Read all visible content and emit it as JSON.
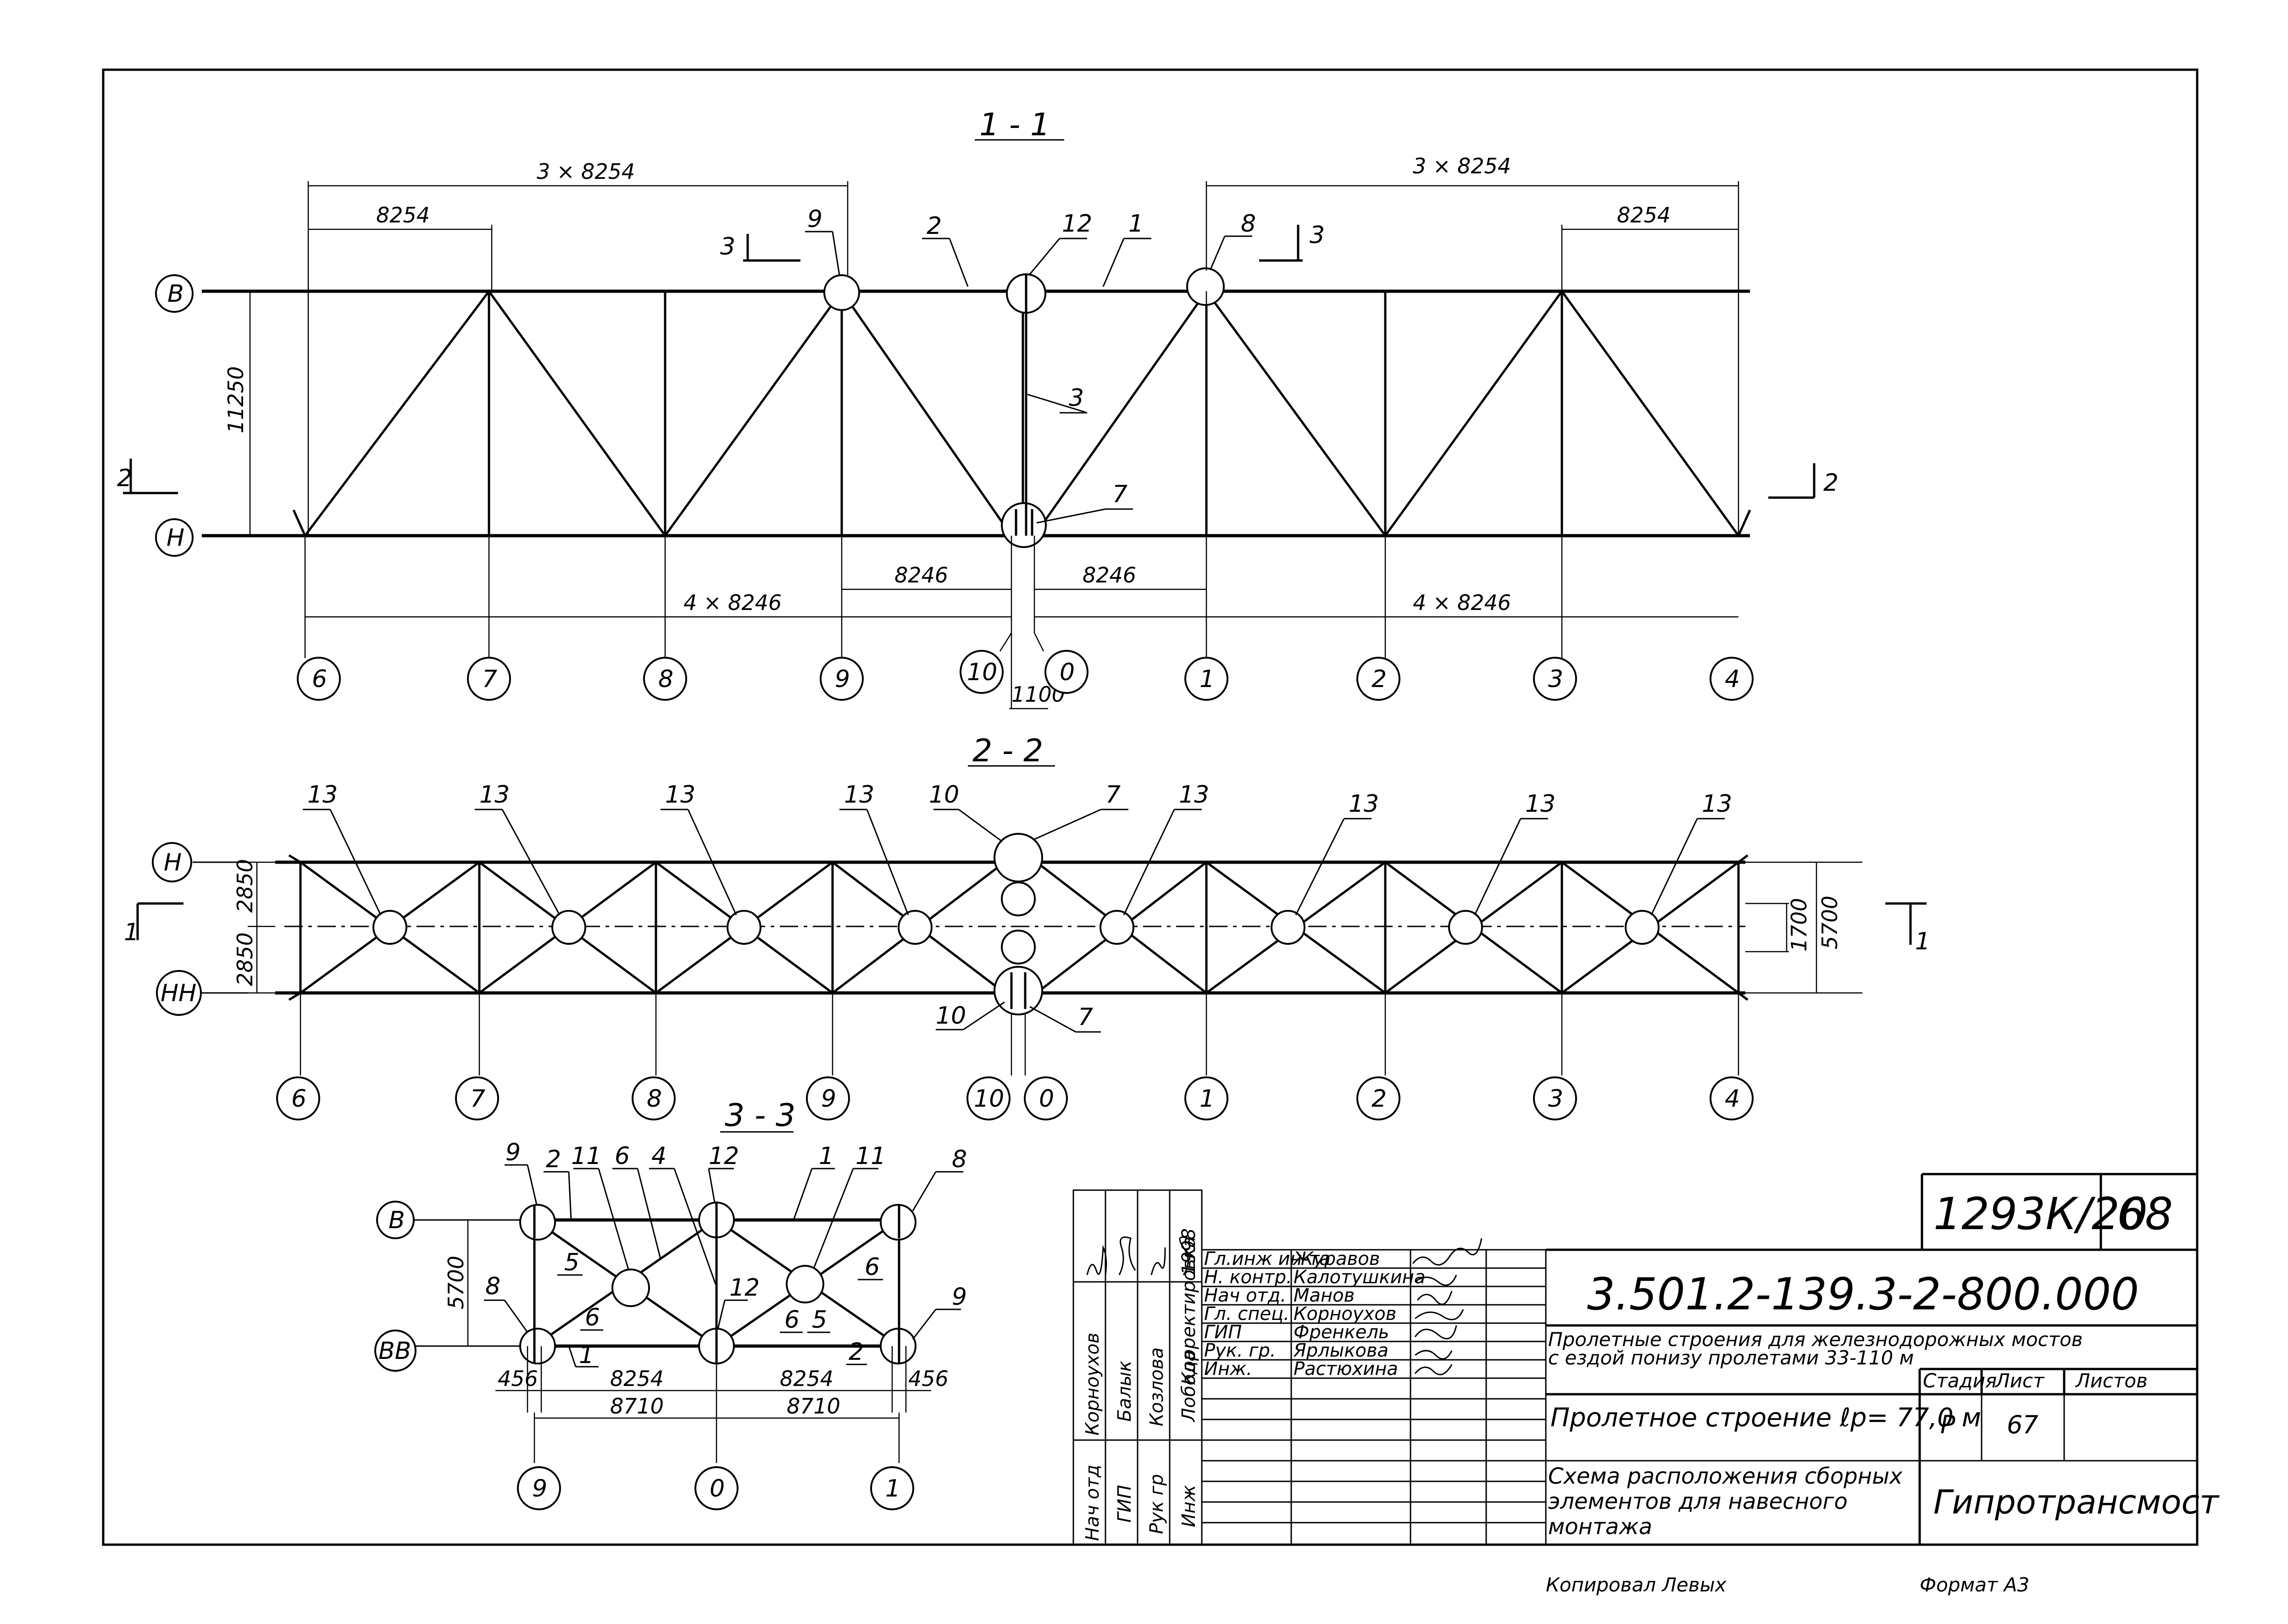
{
  "sections": {
    "s11": "1 - 1",
    "s22": "2 - 2",
    "s33": "3 - 3",
    "mark3": "3",
    "mark2": "2",
    "mark1": "1"
  },
  "elevation": {
    "chord_top": "В",
    "chord_bottom": "Н",
    "height": "11250",
    "dim_left_span": "3 × 8254",
    "dim_left_panel": "8254",
    "dim_right_span": "3 × 8254",
    "dim_right_panel": "8254",
    "dim_mid_left": "8246",
    "dim_mid_right": "8246",
    "dim_bottom_left": "4 × 8246",
    "dim_bottom_right": "4 × 8246",
    "gap": "1100",
    "callouts": [
      "9",
      "2",
      "12",
      "1",
      "8",
      "3",
      "7"
    ]
  },
  "plan": {
    "axis_top": "Н",
    "axis_bottom": "НН",
    "dim_upper": "2850",
    "dim_lower": "2850",
    "width": "5700",
    "offset": "1700",
    "node_label": "13",
    "callouts": [
      "10",
      "7",
      "10",
      "7"
    ]
  },
  "axes": [
    "6",
    "7",
    "8",
    "9",
    "10",
    "0",
    "1",
    "2",
    "3",
    "4"
  ],
  "cross": {
    "axis_top": "В",
    "axis_bottom": "ВВ",
    "height": "5700",
    "dims": [
      "456",
      "8254",
      "8254",
      "456"
    ],
    "dims_axis": [
      "8710",
      "8710"
    ],
    "axes": [
      "9",
      "0",
      "1"
    ],
    "callouts": [
      "9",
      "2",
      "11",
      "6",
      "4",
      "12",
      "1",
      "11",
      "8",
      "5",
      "8",
      "6",
      "1",
      "12",
      "6",
      "5",
      "2",
      "6",
      "9"
    ]
  },
  "stamp": {
    "doc_number": "1293К/20",
    "sheet_no": "68",
    "code": "3.501.2-139.3-2-800.000",
    "project_title_1": "Пролетные строения для железнодорожных мостов",
    "project_title_2": "с ездой понизу пролетами 33-110 м",
    "sheet_title": "Пролетное строение ℓр= 77,0 м",
    "stage_label": "Стадия",
    "sheet_label": "Лист",
    "sheets_label": "Листов",
    "stage": "Р",
    "sheet": "67",
    "drawing_name_1": "Схема расположения сборных",
    "drawing_name_2": "элементов для навесного",
    "drawing_name_3": "монтажа",
    "organization": "Гипротрансмост",
    "roles": [
      "Гл.инж ин-та",
      "Н. контр.",
      "Нач отд.",
      "Гл. спец.",
      "ГИП",
      "Рук. гр.",
      "Инж."
    ],
    "names": [
      "Журавов",
      "Калотушкина",
      "Манов",
      "Корноухов",
      "Френкель",
      "Ярлыкова",
      "Растюхина"
    ],
    "signatures": [
      "Журавов",
      "Калотушкина",
      "Манов",
      "Корноухов",
      "Френкель",
      "Ярлыкова",
      "Растюхина"
    ]
  },
  "side_stamp": {
    "roles": [
      "Нач отд",
      "ГИП",
      "Рук гр",
      "Инж"
    ],
    "names": [
      "Корноухов",
      "Балык",
      "Козлова",
      "Лобода"
    ],
    "correction": "Корректировка",
    "year": "1998"
  },
  "footer": {
    "copied": "Копировал Левых",
    "format": "Формат А3"
  }
}
